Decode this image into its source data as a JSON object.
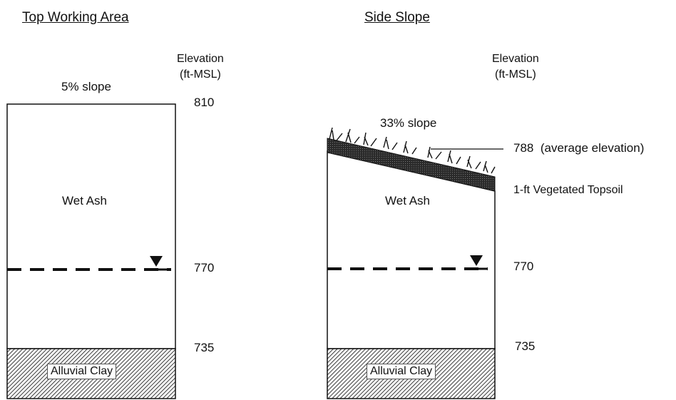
{
  "left": {
    "title": "Top Working Area",
    "slope_label": "5% slope",
    "elevation_header_line1": "Elevation",
    "elevation_header_line2": "(ft-MSL)",
    "elevations": {
      "top": "810",
      "water": "770",
      "bottom": "735"
    },
    "ash_label": "Wet Ash",
    "clay_label": "Alluvial Clay"
  },
  "right": {
    "title": "Side Slope",
    "slope_label": "33% slope",
    "elevation_header_line1": "Elevation",
    "elevation_header_line2": "(ft-MSL)",
    "elevations": {
      "top": "788",
      "top_note": "(average elevation)",
      "water": "770",
      "bottom": "735"
    },
    "topsoil_label": "1-ft Vegetated Topsoil",
    "ash_label": "Wet Ash",
    "clay_label": "Alluvial Clay"
  },
  "colors": {
    "line": "#111111",
    "hatch": "#444444",
    "background": "#ffffff"
  },
  "icons": {
    "water_table": "water-table-triangle-icon",
    "vegetation": "grass-tuft-icon"
  }
}
